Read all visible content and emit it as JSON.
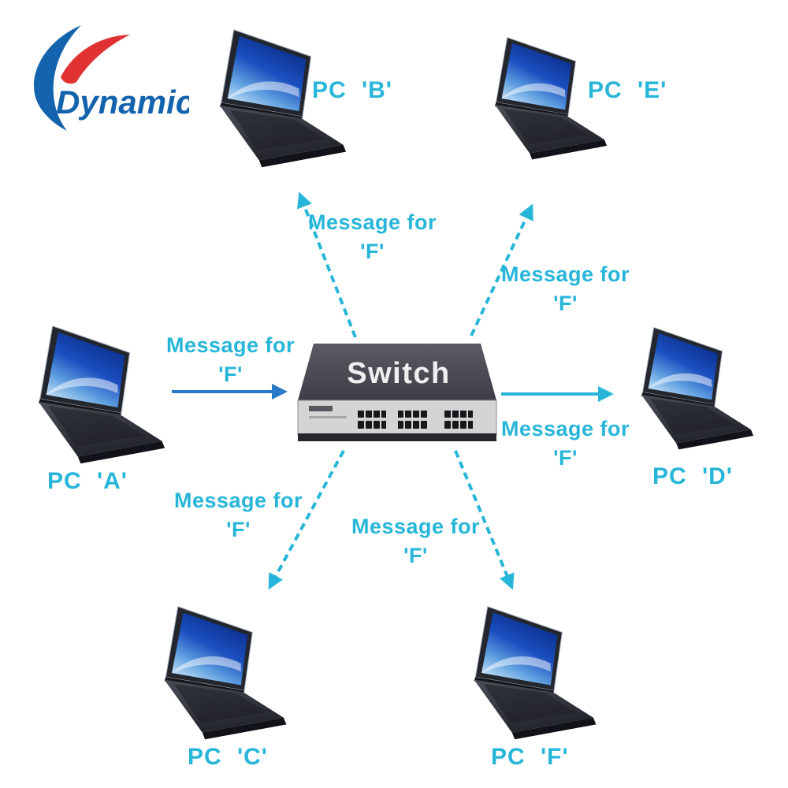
{
  "logo": {
    "text": "Dynamic"
  },
  "switch": {
    "label": "Switch"
  },
  "nodes": [
    {
      "id": "pc-a",
      "label": "PC 'A'"
    },
    {
      "id": "pc-b",
      "label": "PC 'B'"
    },
    {
      "id": "pc-c",
      "label": "PC 'C'"
    },
    {
      "id": "pc-d",
      "label": "PC 'D'"
    },
    {
      "id": "pc-e",
      "label": "PC 'E'"
    },
    {
      "id": "pc-f",
      "label": "PC 'F'"
    }
  ],
  "arrows": [
    {
      "from": "pc-a",
      "to": "switch",
      "label_line1": "Message for",
      "label_line2": "'F'"
    },
    {
      "from": "switch",
      "to": "pc-b",
      "label_line1": "Message for",
      "label_line2": "'F'"
    },
    {
      "from": "switch",
      "to": "pc-e",
      "label_line1": "Message for",
      "label_line2": "'F'"
    },
    {
      "from": "switch",
      "to": "pc-d",
      "label_line1": "Message for",
      "label_line2": "'F'"
    },
    {
      "from": "switch",
      "to": "pc-c",
      "label_line1": "Message for",
      "label_line2": "'F'"
    },
    {
      "from": "switch",
      "to": "pc-f",
      "label_line1": "Message for",
      "label_line2": "'F'"
    }
  ],
  "colors": {
    "text_cyan": "#27b6d9",
    "arrow_cyan": "#27b6d9",
    "arrow_blue": "#2a78c8",
    "logo_blue": "#1463ae",
    "logo_red": "#e03232",
    "switch_top": "#4a4a52",
    "switch_front": "#d4d4d4",
    "laptop_body": "#23262d"
  }
}
